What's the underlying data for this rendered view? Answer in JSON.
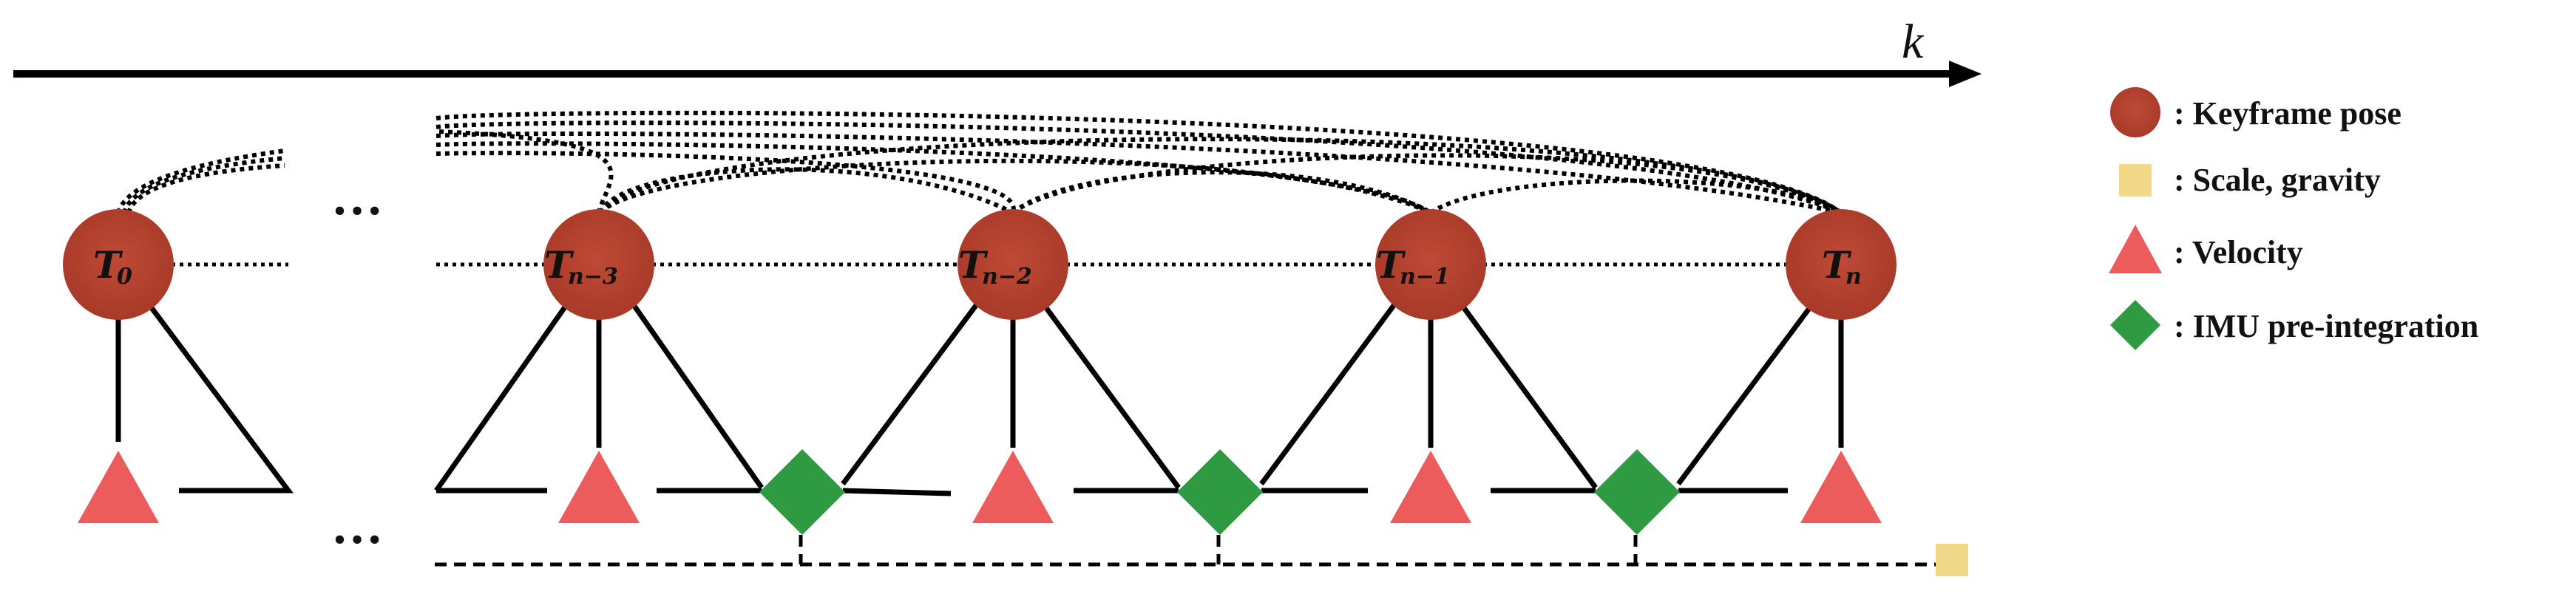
{
  "diagram": {
    "axis_label": "k",
    "ellipsis": "…",
    "keyframes": [
      {
        "id": "t0",
        "main": "T",
        "sub": "0"
      },
      {
        "id": "tn3",
        "main": "T",
        "sub": "n−3"
      },
      {
        "id": "tn2",
        "main": "T",
        "sub": "n−2"
      },
      {
        "id": "tn1",
        "main": "T",
        "sub": "n−1"
      },
      {
        "id": "tn",
        "main": "T",
        "sub": "n"
      }
    ]
  },
  "legend": {
    "items": [
      {
        "label": ": Keyframe pose",
        "icon": "keyframe-pose-circle-icon"
      },
      {
        "label": ": Scale, gravity",
        "icon": "scale-gravity-square-icon"
      },
      {
        "label": ": Velocity",
        "icon": "velocity-triangle-icon"
      },
      {
        "label": ": IMU pre-integration",
        "icon": "imu-diamond-icon"
      }
    ]
  },
  "colors": {
    "keyframe": "#B5402F",
    "velocity": "#EC5C5C",
    "imu": "#2E9B43",
    "scale": "#F2D98A",
    "line": "#000000"
  }
}
